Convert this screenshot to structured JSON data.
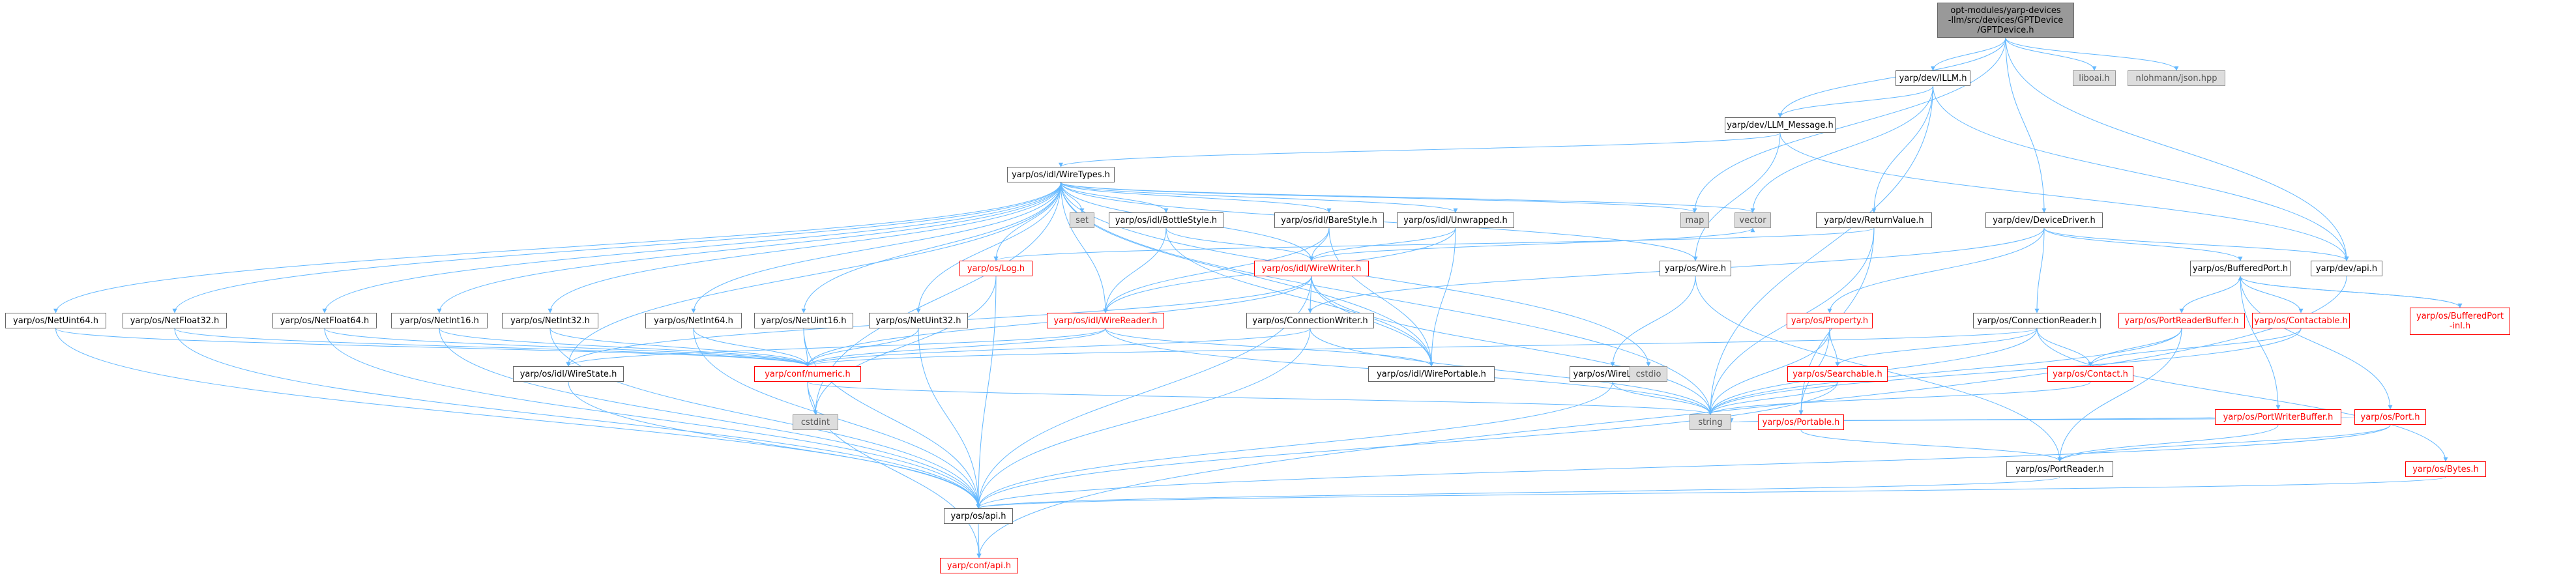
{
  "colors": {
    "edge": "#63b8ff",
    "normal_border": "#666666",
    "missing_border": "#ff0000",
    "system_fill": "#dddddd",
    "root_fill": "#999999"
  },
  "nodes": {
    "root": "opt-modules/yarp-devices\n-llm/src/devices/GPTDevice\n/GPTDevice.h",
    "llm": "yarp/dev/ILLM.h",
    "liboai": "liboai.h",
    "nlohmann": "nlohmann/json.hpp",
    "llm_message": "yarp/dev/LLM_Message.h",
    "wiretypes": "yarp/os/idl/WireTypes.h",
    "set": "set",
    "map": "map",
    "vector": "vector",
    "returnvalue": "yarp/dev/ReturnValue.h",
    "devicedriver": "yarp/dev/DeviceDriver.h",
    "bottlestyle": "yarp/os/idl/BottleStyle.h",
    "barestyle": "yarp/os/idl/BareStyle.h",
    "unwrapped": "yarp/os/idl/Unwrapped.h",
    "log": "yarp/os/Log.h",
    "wirewriter": "yarp/os/idl/WireWriter.h",
    "wire": "yarp/os/Wire.h",
    "bufferedport": "yarp/os/BufferedPort.h",
    "devapi": "yarp/dev/api.h",
    "netuint64": "yarp/os/NetUint64.h",
    "netfloat32": "yarp/os/NetFloat32.h",
    "netfloat64": "yarp/os/NetFloat64.h",
    "netint16": "yarp/os/NetInt16.h",
    "netint32": "yarp/os/NetInt32.h",
    "netint64": "yarp/os/NetInt64.h",
    "netuint16": "yarp/os/NetUint16.h",
    "netuint32": "yarp/os/NetUint32.h",
    "wirereader": "yarp/os/idl/WireReader.h",
    "connectionwriter": "yarp/os/ConnectionWriter.h",
    "property": "yarp/os/Property.h",
    "connectionreader": "yarp/os/ConnectionReader.h",
    "portreaderbuffer": "yarp/os/PortReaderBuffer.h",
    "contactable": "yarp/os/Contactable.h",
    "bufferedport_inl": "yarp/os/BufferedPort\n-inl.h",
    "wirestate": "yarp/os/idl/WireState.h",
    "numeric": "yarp/conf/numeric.h",
    "wireportable": "yarp/os/idl/WirePortable.h",
    "wirelink": "yarp/os/WireLink.h",
    "cstdio": "cstdio",
    "searchable": "yarp/os/Searchable.h",
    "contact": "yarp/os/Contact.h",
    "portwriterbuffer": "yarp/os/PortWriterBuffer.h",
    "port": "yarp/os/Port.h",
    "cstdint": "cstdint",
    "string": "string",
    "portable": "yarp/os/Portable.h",
    "portreader": "yarp/os/PortReader.h",
    "bytes": "yarp/os/Bytes.h",
    "osapi": "yarp/os/api.h",
    "confapi": "yarp/conf/api.h"
  }
}
